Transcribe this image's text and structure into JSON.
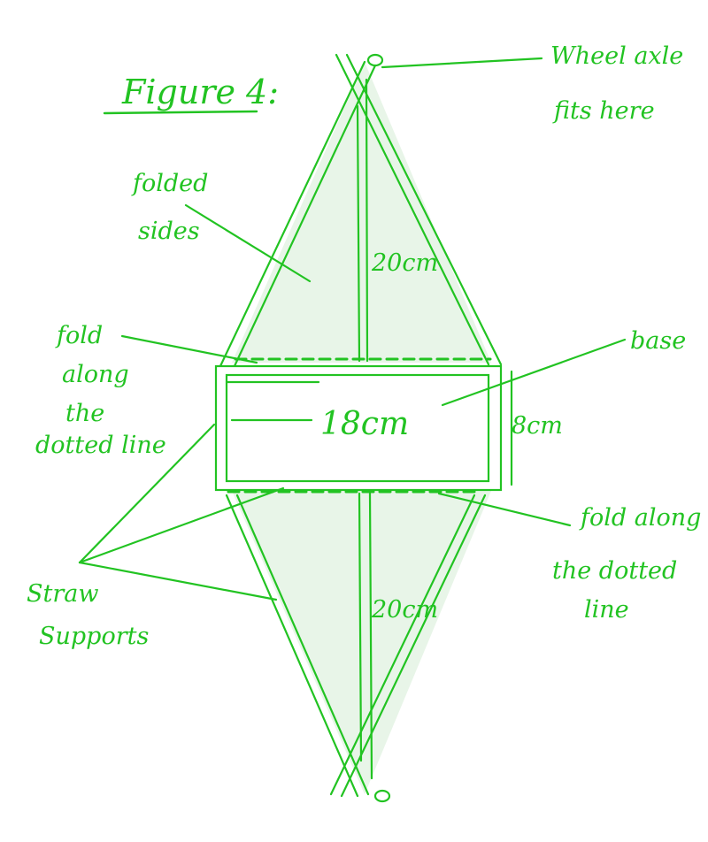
{
  "figure": {
    "title": "Figure 4:"
  },
  "labels": {
    "axle_line1": "Wheel axle",
    "axle_line2": "fits here",
    "folded_line1": "folded",
    "folded_line2": "sides",
    "fold_top_line1": "fold",
    "fold_top_line2": "along",
    "fold_top_line3": "the",
    "fold_top_line4": "dotted line",
    "base": "base",
    "fold_bottom_line1": "fold along",
    "fold_bottom_line2": "the dotted",
    "fold_bottom_line3": "line",
    "straw_line1": "Straw",
    "straw_line2": "Supports"
  },
  "dimensions": {
    "upper_height": "20cm",
    "base_length": "18cm",
    "base_width": "8cm",
    "lower_height": "20cm"
  },
  "colors": {
    "ink": "#22c322",
    "fill": "#e8f5e8"
  }
}
